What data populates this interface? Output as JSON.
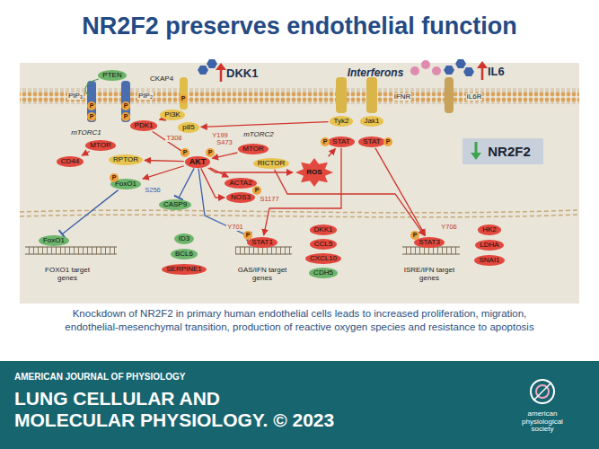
{
  "diagram": {
    "title": "NR2F2 preserves endothelial function",
    "caption": "Knockdown of NR2F2 in primary human endothelial cells leads to increased proliferation, migration, endothelial-mesenchymal transition, production of reactive oxygen species and resistance to apoptosis",
    "nodes": [
      {
        "text": [
          "PTEN"
        ]
      },
      {
        "text": [
          "PI3K"
        ]
      },
      {
        "text": [
          "p85"
        ]
      },
      {
        "text": [
          "PDK1"
        ]
      },
      {
        "text": [
          "MTOR"
        ]
      },
      {
        "text": [
          "RPTOR"
        ]
      },
      {
        "text": [
          "CD44"
        ]
      },
      {
        "text": [
          "MTOR"
        ]
      },
      {
        "text": [
          "RICTOR"
        ]
      },
      {
        "text": [
          "AKT"
        ]
      },
      {
        "text": [
          "ACTA2"
        ]
      },
      {
        "text": [
          "NOS3"
        ]
      },
      {
        "text": [
          "ROS"
        ]
      },
      {
        "text": [
          "FoxO1"
        ]
      },
      {
        "text": [
          "CASP9"
        ]
      },
      {
        "text": [
          "Tyk2"
        ]
      },
      {
        "text": [
          "Jak1"
        ]
      },
      {
        "text": [
          "STAT"
        ]
      },
      {
        "text": [
          "STAT"
        ]
      },
      {
        "text": [
          "NR2F2"
        ]
      },
      {
        "text": [
          "FoxO1"
        ]
      },
      {
        "text": [
          "ID3"
        ]
      },
      {
        "text": [
          "BCL6"
        ]
      },
      {
        "text": [
          "SERPINE1"
        ]
      },
      {
        "text": [
          "STAT1"
        ]
      },
      {
        "text": [
          "DKK1"
        ]
      },
      {
        "text": [
          "CCL5"
        ]
      },
      {
        "text": [
          "CXCL10"
        ]
      },
      {
        "text": [
          "CDH5"
        ]
      },
      {
        "text": [
          "STAT3"
        ]
      },
      {
        "text": [
          "HK2"
        ]
      },
      {
        "text": [
          "LDHA"
        ]
      },
      {
        "text": [
          "SNAI1"
        ]
      }
    ],
    "edges": [
      {
        "from": 1,
        "to": 3,
        "arrow": "to"
      },
      {
        "from": 3,
        "to": 9,
        "arrow": "to"
      },
      {
        "from": 7,
        "to": 9,
        "arrow": "to"
      },
      {
        "from": 9,
        "to": 5,
        "arrow": "to"
      },
      {
        "from": 4,
        "to": 6,
        "arrow": "to"
      },
      {
        "from": 9,
        "to": 10,
        "arrow": "to"
      },
      {
        "from": 9,
        "to": 11,
        "arrow": "to"
      },
      {
        "from": 9,
        "to": 12,
        "arrow": "to"
      },
      {
        "from": 9,
        "to": 13,
        "arrow": "to"
      },
      {
        "from": 9,
        "to": 14,
        "arrow": "none"
      },
      {
        "from": 13,
        "to": 20,
        "arrow": "none"
      },
      {
        "from": 9,
        "to": 24,
        "arrow": "none"
      },
      {
        "from": 15,
        "to": 2,
        "arrow": "to"
      },
      {
        "from": 17,
        "to": 24,
        "arrow": "to"
      },
      {
        "from": 18,
        "to": 29,
        "arrow": "to"
      },
      {
        "from": 12,
        "to": 17,
        "arrow": "to"
      },
      {
        "from": 8,
        "to": 29,
        "arrow": "to"
      }
    ],
    "labels": [
      "PIP₃",
      "PIP₂",
      "CKAP4",
      "DKK1",
      "Interferons",
      "IFNR",
      "IL6",
      "IL6R",
      "mTORC1",
      "mTORC2",
      "Y199",
      "T308",
      "S473",
      "S256",
      "S1177",
      "Y701",
      "Y706",
      "FOXO1 target genes",
      "GAS/IFN target genes",
      "ISRE/IFN target genes",
      "P",
      "P",
      "P",
      "P",
      "P",
      "P",
      "P",
      "P",
      "P",
      "P",
      "P",
      "P",
      "P",
      "AMERICAN JOURNAL OF PHYSIOLOGY",
      "LUNG CELLULAR AND",
      "MOLECULAR PHYSIOLOGY. © 2023",
      "american physiological society"
    ]
  }
}
